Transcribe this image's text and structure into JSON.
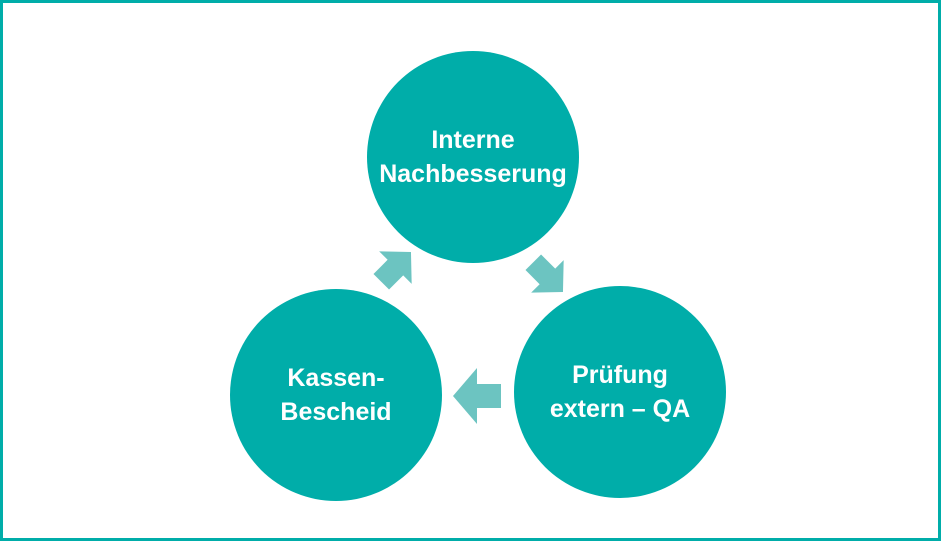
{
  "diagram": {
    "nodes": [
      {
        "id": "interne",
        "label": "Interne\nNachbesserung"
      },
      {
        "id": "pruefung",
        "label": "Prüfung\nextern – QA"
      },
      {
        "id": "kassen",
        "label": "Kassen-\nBescheid"
      }
    ],
    "edges": [
      {
        "from": "interne",
        "to": "pruefung"
      },
      {
        "from": "pruefung",
        "to": "kassen"
      },
      {
        "from": "kassen",
        "to": "interne"
      }
    ]
  },
  "colors": {
    "frame": "#00ada9",
    "node_fill": "#00ada9",
    "node_text": "#ffffff",
    "arrow": "#6cc4c1"
  }
}
